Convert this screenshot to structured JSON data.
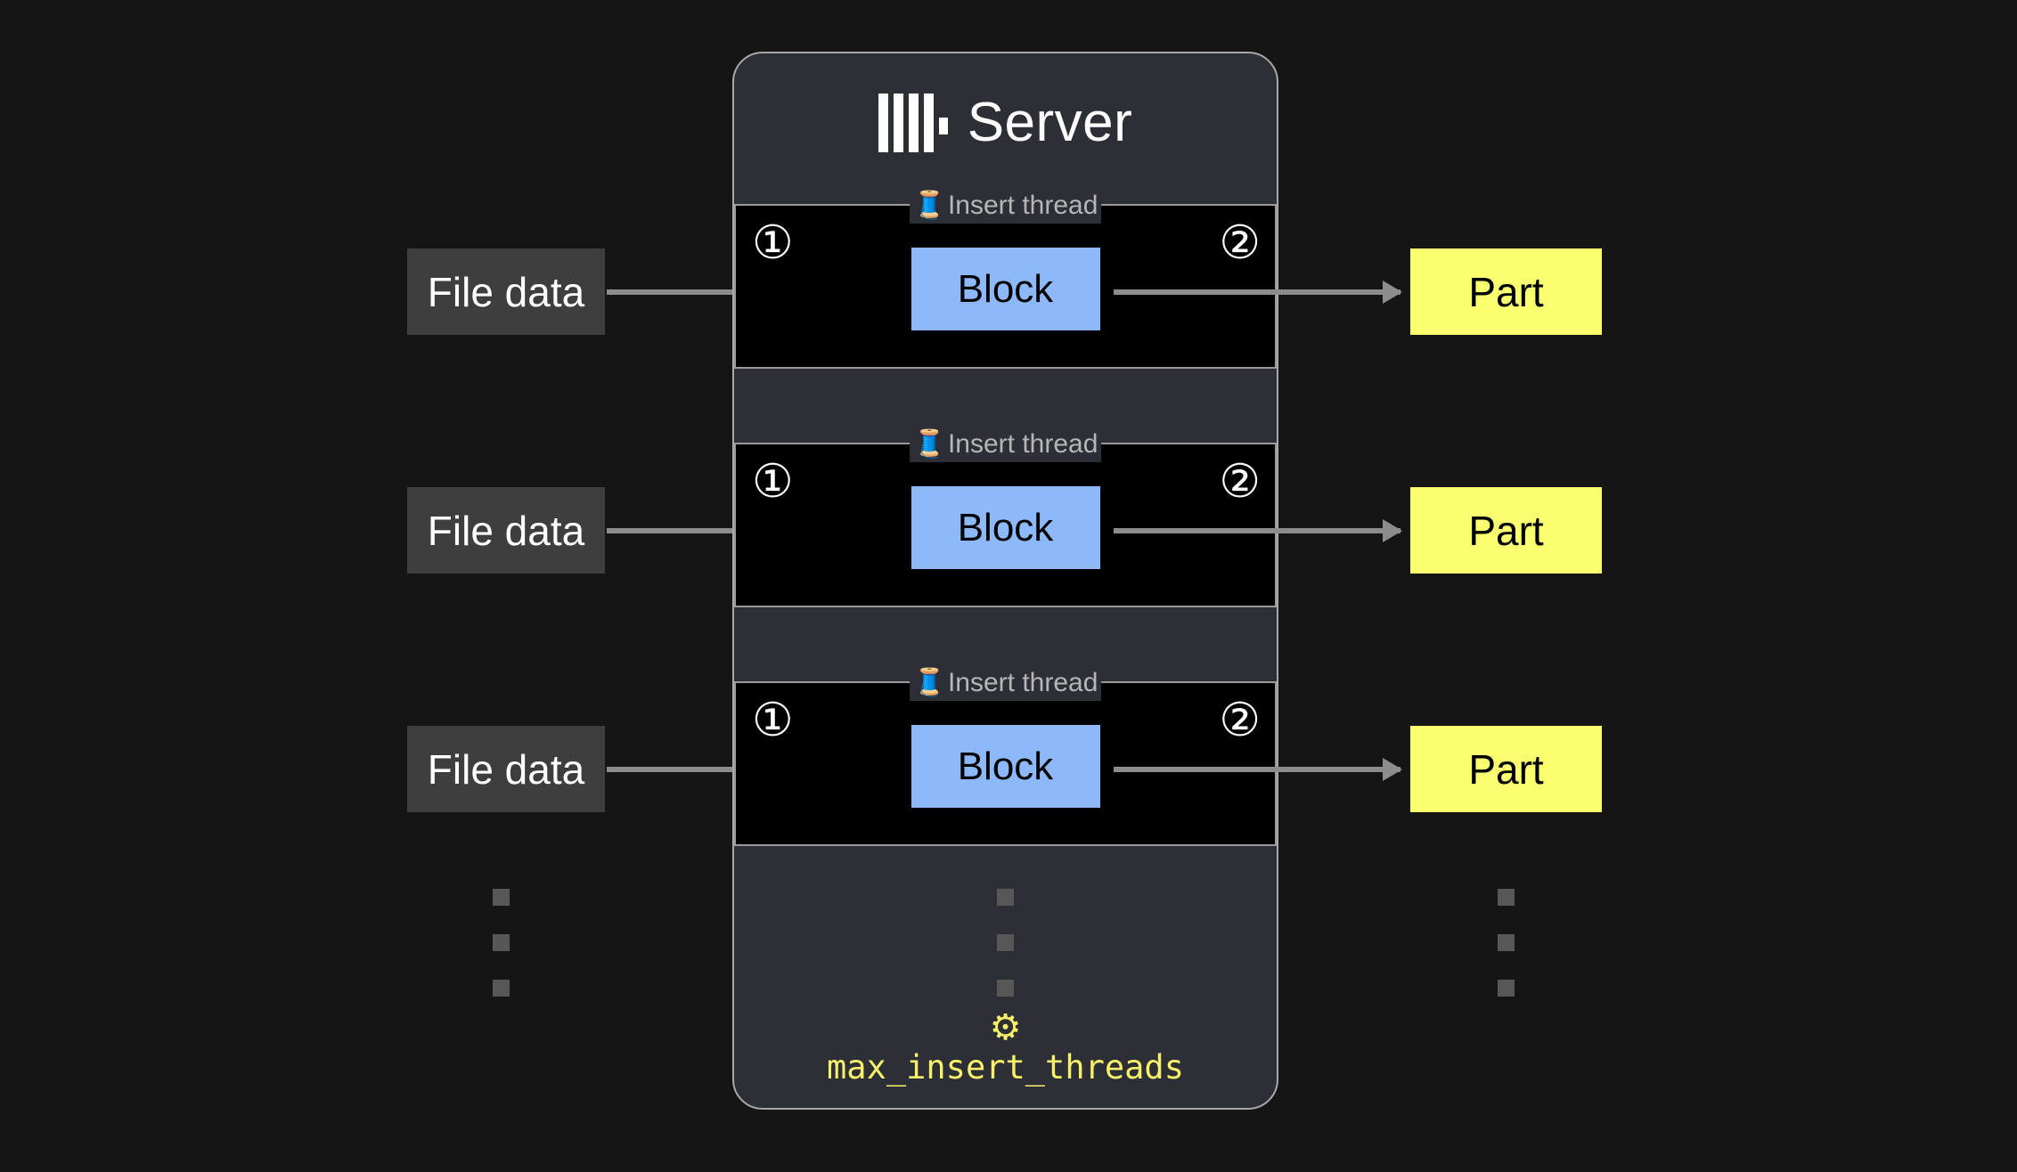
{
  "page": {
    "background_color": "#151515",
    "title": "ClickHouse insert threads diagram"
  },
  "server": {
    "title": "Server",
    "logo_icon": "clickhouse-logo",
    "panel_color": "#2c2f36",
    "border_color": "#a8a8a8",
    "setting": {
      "gear_icon": "⚙",
      "name": "max_insert_threads",
      "color": "#f6f06a"
    }
  },
  "legend_label": "Insert thread",
  "spool_icon": "🧵",
  "labels": {
    "file_data": "File data",
    "block": "Block",
    "part": "Part",
    "step_in": "①",
    "step_out": "②"
  },
  "colors": {
    "block": "#8db9fa",
    "part": "#faff70",
    "file_data": "#3e3e3e",
    "arrow": "#8c8c8c",
    "thread_box": "#000000",
    "ellipsis_square": "#575757"
  },
  "rows": [
    {
      "file_data": "File data",
      "block": "Block",
      "part": "Part",
      "legend": "Insert thread",
      "step_in": "①",
      "step_out": "②"
    },
    {
      "file_data": "File data",
      "block": "Block",
      "part": "Part",
      "legend": "Insert thread",
      "step_in": "①",
      "step_out": "②"
    },
    {
      "file_data": "File data",
      "block": "Block",
      "part": "Part",
      "legend": "Insert thread",
      "step_in": "①",
      "step_out": "②"
    }
  ]
}
